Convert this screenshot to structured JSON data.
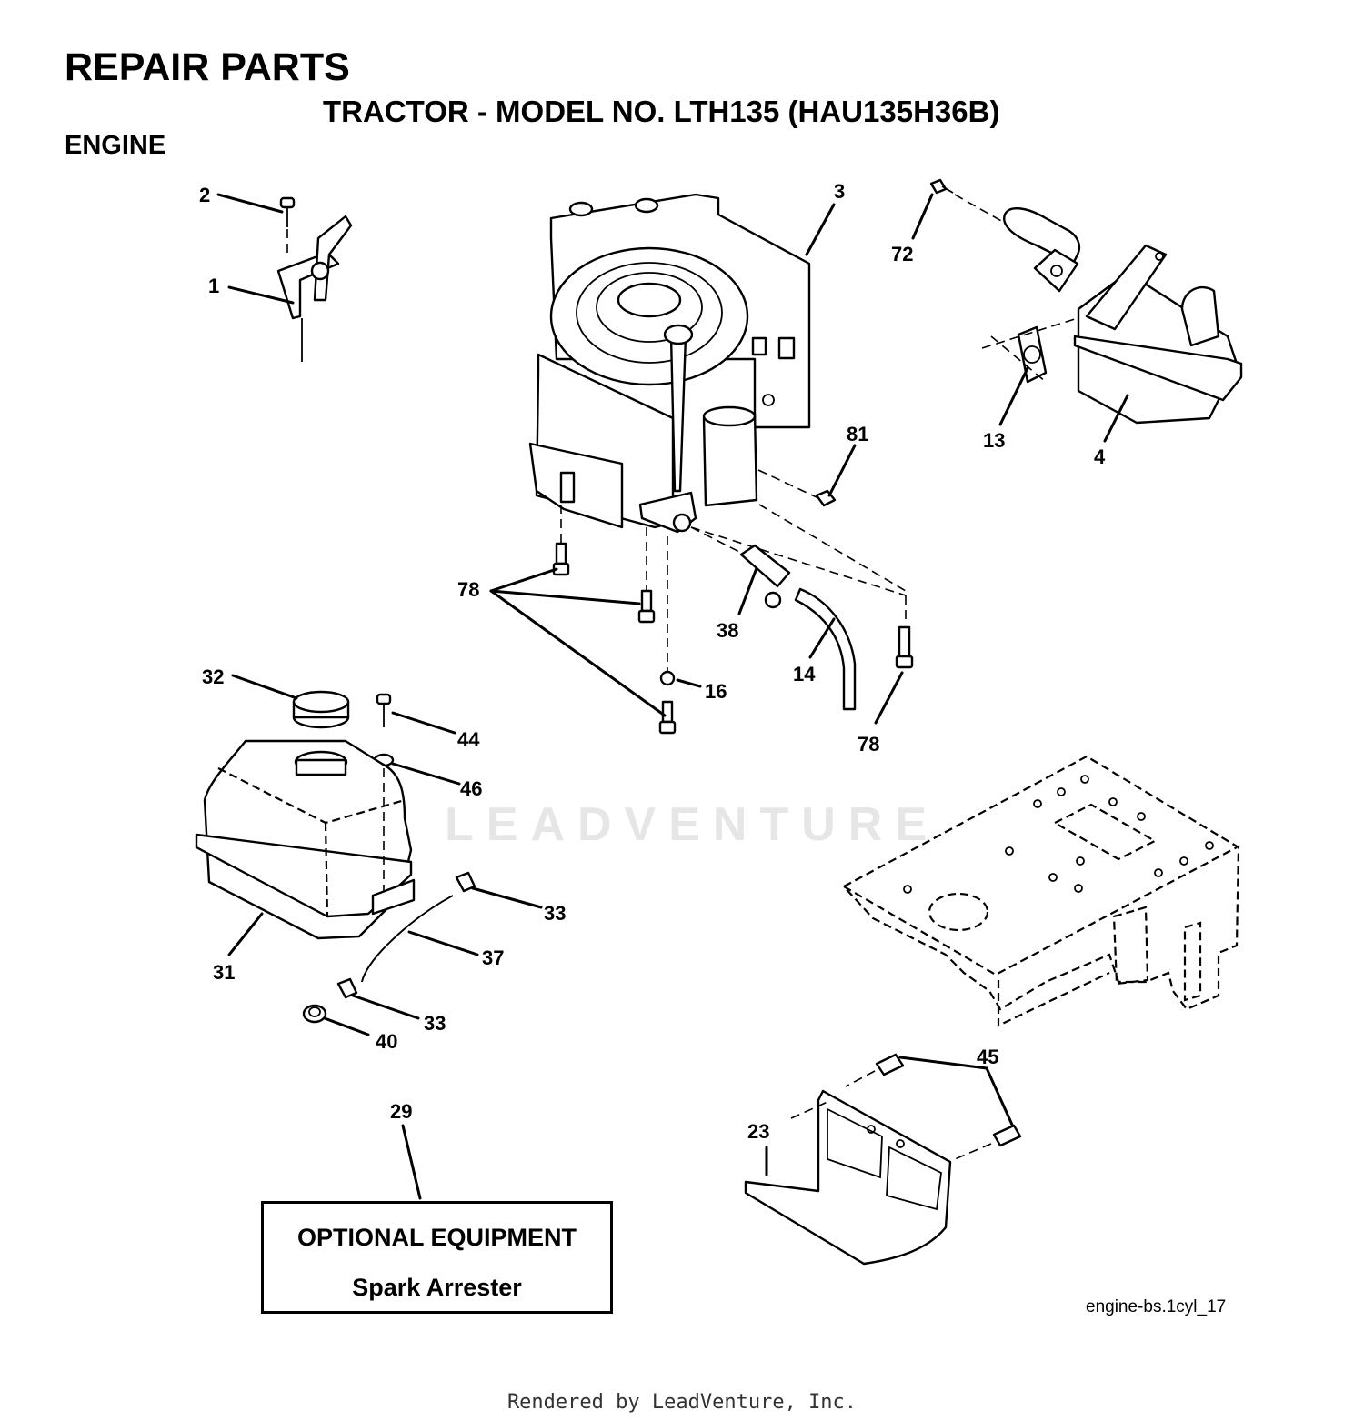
{
  "header": {
    "title": "REPAIR PARTS",
    "subtitle": "TRACTOR - MODEL NO. LTH135 (HAU135H36B)",
    "section": "ENGINE"
  },
  "callouts": {
    "c1": "1",
    "c2": "2",
    "c3": "3",
    "c4": "4",
    "c13": "13",
    "c14": "14",
    "c16": "16",
    "c23": "23",
    "c29": "29",
    "c31": "31",
    "c32": "32",
    "c33a": "33",
    "c33b": "33",
    "c37": "37",
    "c38": "38",
    "c40": "40",
    "c44": "44",
    "c45": "45",
    "c46": "46",
    "c72": "72",
    "c78a": "78",
    "c78b": "78",
    "c81": "81"
  },
  "optional": {
    "title": "OPTIONAL EQUIPMENT",
    "item": "Spark Arrester"
  },
  "drawing_code": "engine-bs.1cyl_17",
  "watermark": "LEADVENTURE",
  "footer": "Rendered by LeadVenture, Inc."
}
